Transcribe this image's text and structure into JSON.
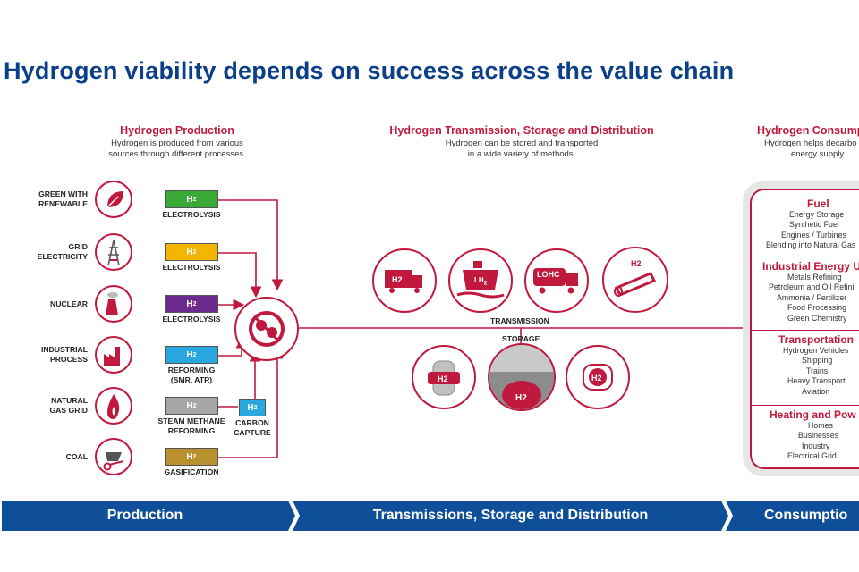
{
  "title": "Hydrogen viability depends on success across the value chain",
  "production": {
    "title": "Hydrogen Production",
    "subtitle_line1": "Hydrogen is produced from various",
    "subtitle_line2": "sources through different processes.",
    "sources": [
      {
        "line1": "GREEN WITH",
        "line2": "RENEWABLE",
        "icon": "leaf-icon",
        "box_color": "#3aa935",
        "process_line1": "ELECTROLYSIS",
        "process_line2": ""
      },
      {
        "line1": "GRID",
        "line2": "ELECTRICITY",
        "icon": "power-tower-icon",
        "box_color": "#f2b600",
        "process_line1": "ELECTROLYSIS",
        "process_line2": ""
      },
      {
        "line1": "NUCLEAR",
        "line2": "",
        "icon": "nuclear-plant-icon",
        "box_color": "#6a2a8e",
        "process_line1": "ELECTROLYSIS",
        "process_line2": ""
      },
      {
        "line1": "INDUSTRIAL",
        "line2": "PROCESS",
        "icon": "factory-icon",
        "box_color": "#29a8e0",
        "process_line1": "REFORMING",
        "process_line2": "(SMR, ATR)"
      },
      {
        "line1": "NATURAL",
        "line2": "GAS GRID",
        "icon": "flame-icon",
        "box_color": "#a6a6a6",
        "process_line1": "STEAM METHANE",
        "process_line2": "REFORMING"
      },
      {
        "line1": "COAL",
        "line2": "",
        "icon": "wheelbarrow-icon",
        "box_color": "#b8902e",
        "process_line1": "GASIFICATION",
        "process_line2": ""
      }
    ],
    "h2_label": "H",
    "h2_sub": "2",
    "carbon_capture": {
      "line1": "CARBON",
      "line2": "CAPTURE",
      "box_color": "#29a8e0"
    }
  },
  "transmission": {
    "title": "Hydrogen Transmission, Storage and Distribution",
    "subtitle_line1": "Hydrogen can be stored and transported",
    "subtitle_line2": "in a wide variety of methods.",
    "transmission_label": "TRANSMISSION",
    "storage_label": "STORAGE",
    "lh2_label": "LH",
    "lh2_sub": "2",
    "lohc_label": "LOHC"
  },
  "consumption": {
    "title": "Hydrogen Consump",
    "subtitle_line1": "Hydrogen helps decarbo",
    "subtitle_line2": "energy supply.",
    "groups": [
      {
        "head": "Fuel",
        "items": [
          "Energy Storage",
          "Synthetic Fuel",
          "Engines / Turbines",
          "Blending into Natural Gas"
        ]
      },
      {
        "head": "Industrial Energy U",
        "items": [
          "Metals Refining",
          "Petroleum and Oil Refini",
          "Ammonia / Fertilizer",
          "Food Processing",
          "Green Chemistry"
        ]
      },
      {
        "head": "Transportation",
        "items": [
          "Hydrogen Vehicles",
          "Shipping",
          "Trains",
          "Heavy Transport",
          "Aviation"
        ]
      },
      {
        "head": "Heating and Pow",
        "items": [
          "Homes",
          "Businesses",
          "Industry",
          "Electrical Grid"
        ]
      }
    ]
  },
  "banners": {
    "production": "Production",
    "transmission": "Transmissions, Storage and Distribution",
    "consumption": "Consumptio"
  },
  "colors": {
    "accent": "#c0193d",
    "title_blue": "#0b3f88",
    "banner_blue": "#0f4f9a"
  }
}
